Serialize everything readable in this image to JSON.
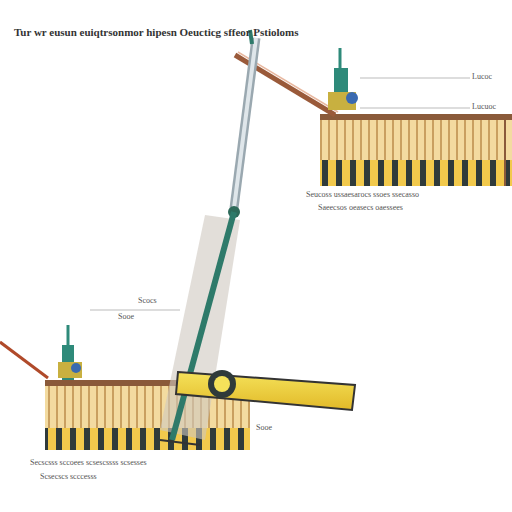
{
  "diagram": {
    "title": "Tur wr eusun euiqtrsonmor hipesn Oeucticg sffeor Pstioloms",
    "labels": [
      "Lucoc",
      "Lucuoc",
      "Seucoss ussaesarocs ssoes ssecasso",
      "Saeecsos oeasecs oaessees",
      "Scocs",
      "Sooe",
      "Sooe",
      "Secscsss sccoees scsescssss scsesses",
      "Scsecscs scccesss"
    ]
  }
}
